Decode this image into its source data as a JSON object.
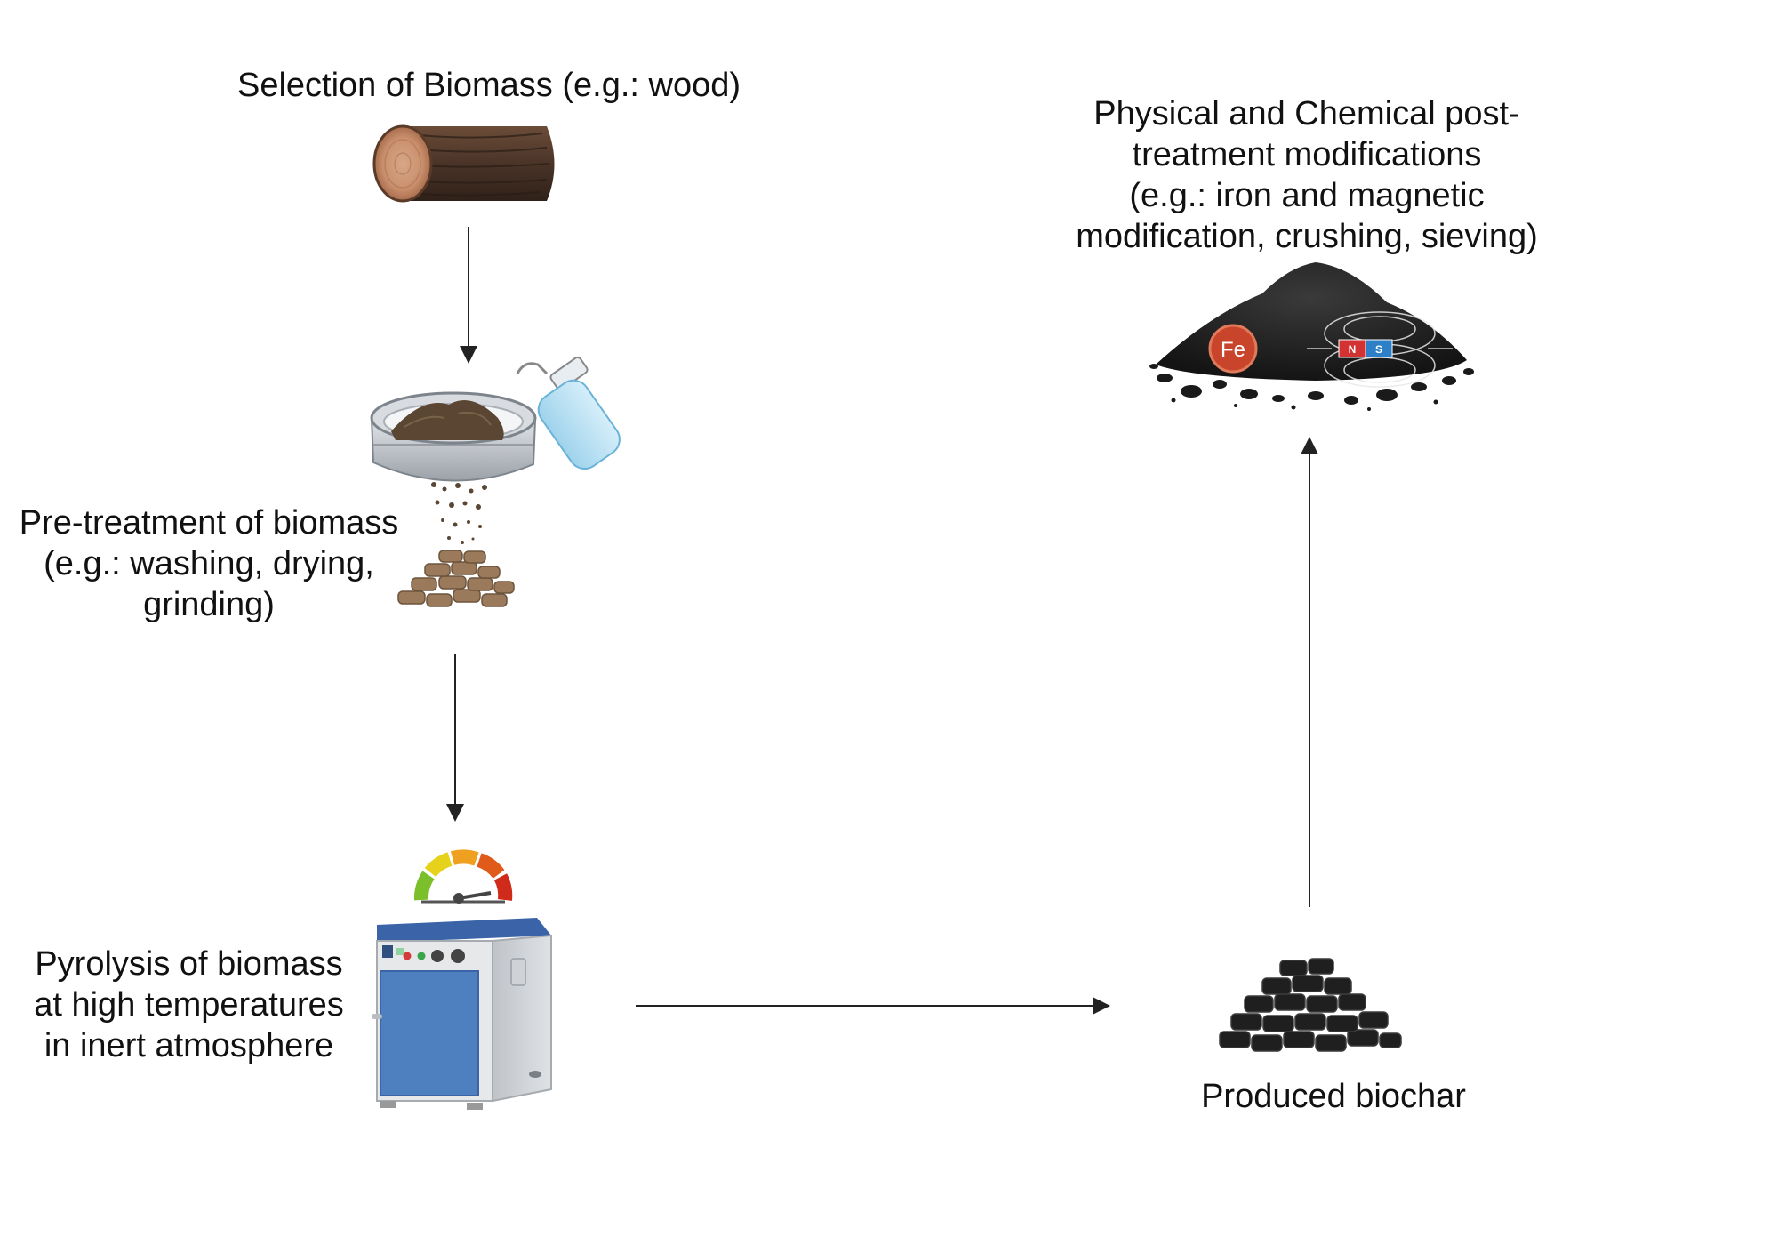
{
  "steps": {
    "selection": {
      "lines": [
        "Selection of Biomass (e.g.: wood)"
      ]
    },
    "pretreatment": {
      "lines": [
        "Pre-treatment of biomass",
        "(e.g.: washing, drying,",
        "grinding)"
      ]
    },
    "pyrolysis": {
      "lines": [
        "Pyrolysis of biomass",
        "at high temperatures",
        "in inert atmosphere"
      ]
    },
    "biochar": {
      "lines": [
        "Produced biochar"
      ]
    },
    "post_treatment": {
      "lines": [
        "Physical and Chemical post-",
        "treatment modifications",
        "(e.g.: iron and magnetic",
        "modification, crushing, sieving)"
      ]
    }
  },
  "badges": {
    "iron": "Fe",
    "magnet_north": "N",
    "magnet_south": "S"
  },
  "icons": [
    "wood-log-icon",
    "sieve-icon",
    "wash-bottle-icon",
    "ground-biomass-icon",
    "temperature-gauge-icon",
    "furnace-icon",
    "biochar-pile-icon",
    "modified-biochar-pile-icon",
    "magnet-icon"
  ],
  "colors": {
    "wood": "#5a4030",
    "furnace_body": "#c9ccd0",
    "furnace_door": "#4e7fbf",
    "biochar": "#1c1c1c",
    "iron_badge": "#c8452c",
    "magnet_north": "#d23232",
    "magnet_south": "#2d7fc8",
    "gauge": [
      "#7bbf2a",
      "#e6d21a",
      "#f0a020",
      "#e05a1a",
      "#d02a1a"
    ]
  }
}
